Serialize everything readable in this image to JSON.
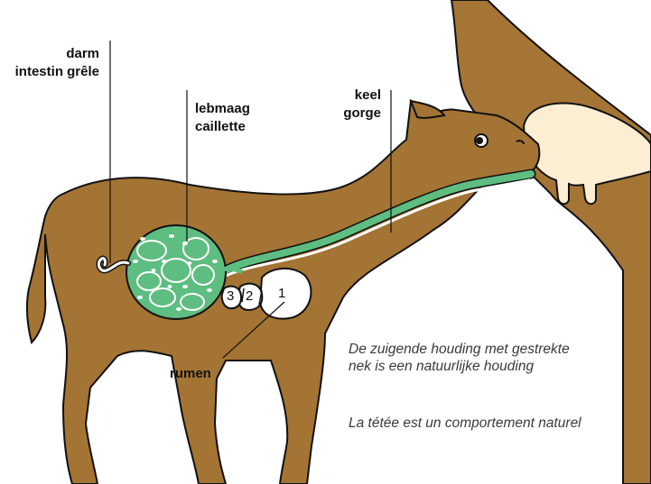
{
  "labels": {
    "darm": {
      "line1": "darm",
      "line2": "intestin grêle"
    },
    "lebmaag": {
      "line1": "lebmaag",
      "line2": "caillette"
    },
    "keel": {
      "line1": "keel",
      "line2": "gorge"
    },
    "rumen": "rumen"
  },
  "stomach_numbers": [
    "3",
    "2",
    "1"
  ],
  "captions": {
    "dutch": "De zuigende houding met gestrekte nek is een natuurlijke houding",
    "french": "La tétée est un comportement naturel"
  },
  "colors": {
    "calf": "#a47434",
    "cow": "#a57536",
    "udder": "#fbeed2",
    "abomasum": "#5ebd80",
    "esophagus": "#5ebd80",
    "outline": "#111111"
  }
}
